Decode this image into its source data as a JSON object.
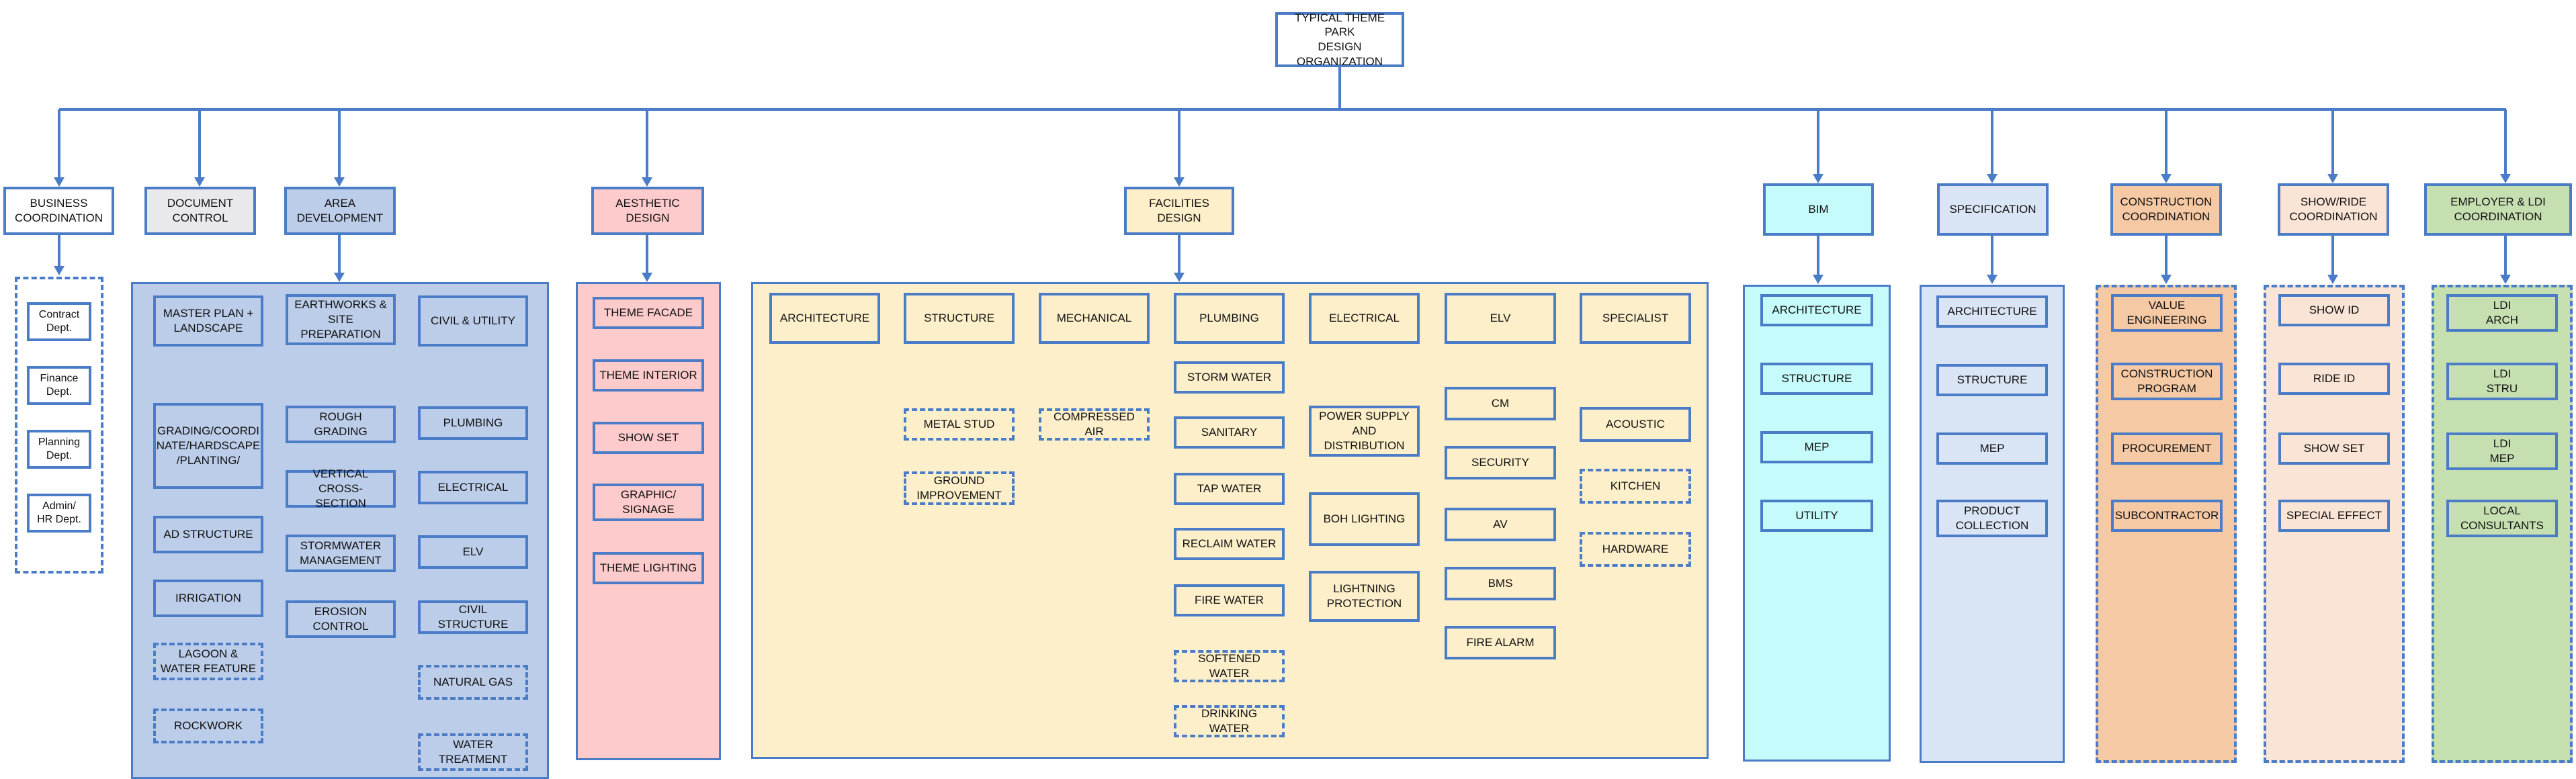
{
  "title": "TYPICAL THEME PARK\nDESIGN\nORGANIZATION",
  "colors": {
    "line": "#4a7cc7",
    "blue_panel": "#bccde9",
    "pink_panel": "#fdcbcb",
    "yellow_panel": "#fdefc9",
    "cyan_panel": "#c5fbfa",
    "light_blue_panel": "#d9e4f4",
    "orange_panel": "#f6c9a5",
    "peach_panel": "#fae4d6",
    "green_panel": "#c6dfb1",
    "grey_header": "#e9e9ec"
  },
  "columns": {
    "business": {
      "header": "BUSINESS\nCOORDINATION",
      "items": [
        "Contract\nDept.",
        "Finance\nDept.",
        "Planning\nDept.",
        "Admin/\nHR Dept."
      ]
    },
    "document": {
      "header": "DOCUMENT\nCONTROL"
    },
    "area": {
      "header": "AREA\nDEVELOPMENT",
      "landscape": [
        "MASTER PLAN +\nLANDSCAPE",
        "GRADING/COORDI\nNATE/HARDSCAPE\n/PLANTING/",
        "AD STRUCTURE",
        "IRRIGATION",
        "LAGOON &\nWATER FEATURE",
        "ROCKWORK"
      ],
      "earthworks": [
        "EARTHWORKS &\nSITE\nPREPARATION",
        "ROUGH GRADING",
        "VERTICAL CROSS-\nSECTION",
        "STORMWATER\nMANAGEMENT",
        "EROSION\nCONTROL"
      ],
      "civil": [
        "CIVIL & UTILITY",
        "PLUMBING",
        "ELECTRICAL",
        "ELV",
        "CIVIL STRUCTURE",
        "NATURAL GAS",
        "WATER\nTREATMENT"
      ]
    },
    "aesthetic": {
      "header": "AESTHETIC DESIGN",
      "items": [
        "THEME FACADE",
        "THEME INTERIOR",
        "SHOW SET",
        "GRAPHIC/\nSIGNAGE",
        "THEME LIGHTING"
      ]
    },
    "facilities": {
      "header": "FACILITIES DESIGN",
      "architecture": "ARCHITECTURE",
      "structure": [
        "STRUCTURE",
        "METAL STUD",
        "GROUND\nIMPROVEMENT"
      ],
      "mechanical": [
        "MECHANICAL",
        "COMPRESSED AIR"
      ],
      "plumbing": [
        "PLUMBING",
        "STORM WATER",
        "SANITARY",
        "TAP WATER",
        "RECLAIM WATER",
        "FIRE WATER",
        "SOFTENED WATER",
        "DRINKING WATER"
      ],
      "electrical": [
        "ELECTRICAL",
        "POWER SUPPLY\nAND\nDISTRIBUTION",
        "BOH LIGHTING",
        "LIGHTNING\nPROTECTION"
      ],
      "elv": [
        "ELV",
        "CM",
        "SECURITY",
        "AV",
        "BMS",
        "FIRE ALARM"
      ],
      "specialist": [
        "SPECIALIST",
        "ACOUSTIC",
        "KITCHEN",
        "HARDWARE"
      ]
    },
    "bim": {
      "header": "BIM",
      "items": [
        "ARCHITECTURE",
        "STRUCTURE",
        "MEP",
        "UTILITY"
      ]
    },
    "specification": {
      "header": "SPECIFICATION",
      "items": [
        "ARCHITECTURE",
        "STRUCTURE",
        "MEP",
        "PRODUCT\nCOLLECTION"
      ]
    },
    "construction": {
      "header": "CONSTRUCTION\nCOORDINATION",
      "items": [
        "VALUE\nENGINEERING",
        "CONSTRUCTION\nPROGRAM",
        "PROCUREMENT",
        "SUBCONTRACTOR"
      ]
    },
    "show": {
      "header": "SHOW/RIDE\nCOORDINATION",
      "items": [
        "SHOW ID",
        "RIDE ID",
        "SHOW SET",
        "SPECIAL EFFECT"
      ]
    },
    "employer": {
      "header": "EMPLOYER & LDI\nCOORDINATION",
      "items": [
        "LDI\nARCH",
        "LDI\nSTRU",
        "LDI\nMEP",
        "LOCAL\nCONSULTANTS"
      ]
    }
  }
}
